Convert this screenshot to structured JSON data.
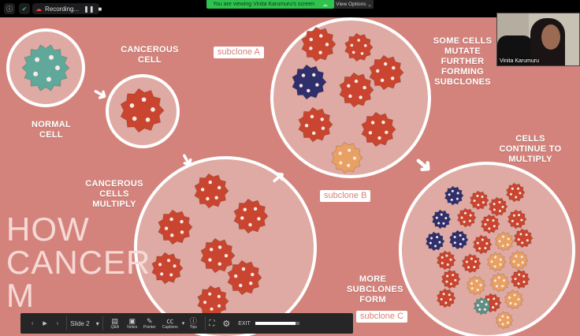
{
  "topbar": {
    "recording_label": "Recording...",
    "banner": "You are viewing Vinita Karumuru's screen",
    "view_options": "View Options"
  },
  "slide": {
    "labels": {
      "normal": "NORMAL CELL",
      "cancerous": "CANCEROUS CELL",
      "multiply": "CANCEROUS CELLS MULTIPLY",
      "mutate": "SOME CELLS MUTATE FURTHER FORMING SUBCLONES",
      "continue": "CELLS CONTINUE TO MULTIPLY",
      "more": "MORE SUBCLONES FORM"
    },
    "tags": {
      "a": "subclone A",
      "b": "subclone B",
      "c": "subclone C"
    },
    "title": "HOW CANCER M"
  },
  "colors": {
    "cancer": "#c9452f",
    "subclone_a": "#2f2f6c",
    "subclone_b": "#e8a063",
    "subclone_c": "#5e8f85",
    "normal": "#5fa89a"
  },
  "video": {
    "name": "Vinita Karumuru"
  },
  "toolbar": {
    "slide": "Slide 2",
    "qa": "Q&A",
    "notes": "Notes",
    "pointer": "Pointer",
    "captions": "Captions",
    "tips": "Tips",
    "exit": "EXIT",
    "volume": 0.92
  }
}
